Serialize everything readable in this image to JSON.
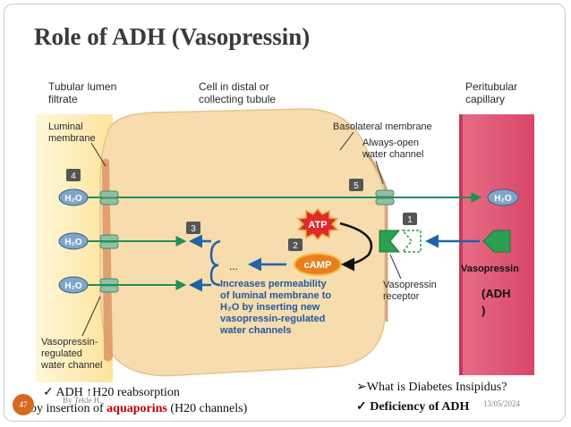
{
  "slide": {
    "title": "Role of ADH (Vasopressin)",
    "page_number": "47",
    "footer_author": "By Tekle H.",
    "footer_date": "13/05/2024"
  },
  "figure": {
    "header_lumen": [
      "Tubular lumen",
      "filtrate"
    ],
    "header_cell": [
      "Cell in distal or",
      "collecting tubule"
    ],
    "header_capillary": [
      "Peritubular",
      "capillary"
    ],
    "luminal_membrane": [
      "Luminal",
      "membrane"
    ],
    "basolateral_membrane": "Basolateral membrane",
    "always_open_channel": [
      "Always-open",
      "water channel"
    ],
    "h2o": "H₂O",
    "atp": "ATP",
    "camp": "cAMP",
    "ellipsis": "...",
    "step_numbers": [
      "1",
      "2",
      "3",
      "4",
      "5"
    ],
    "increases_permeability": [
      "Increases permeability",
      "of luminal membrane to",
      "H₂O by inserting new",
      "vasopressin-regulated",
      "water channels"
    ],
    "vasopressin_receptor": [
      "Vasopressin",
      "receptor"
    ],
    "vasopressin": "Vasopressin",
    "vasopressin_channel": [
      "Vasopressin-",
      "regulated",
      "water channel"
    ],
    "adh_note": [
      "(ADH",
      ")"
    ]
  },
  "bottom": {
    "left_line1": "✓  ADH ↑H20 reabsorption",
    "left_line2_pre": "by insertion of ",
    "left_line2_red": "aquaporins",
    "left_line2_post": " (H20 channels)",
    "right_q": "➢What is Diabetes Insipidus?",
    "right_a": "✓  Deficiency of ADH"
  },
  "colors": {
    "title": "#3a3a3a",
    "cell_fill": "#f7dcae",
    "lumen_fill": "#fde9a8",
    "capillary_fill": "#e05b77",
    "arrow_green": "#1f8f5a",
    "arrow_blue": "#1f63a8",
    "text_blue": "#1e5aa0",
    "atp_red": "#e02a2a",
    "camp_orange": "#e88020",
    "receptor_green": "#2aa050"
  }
}
